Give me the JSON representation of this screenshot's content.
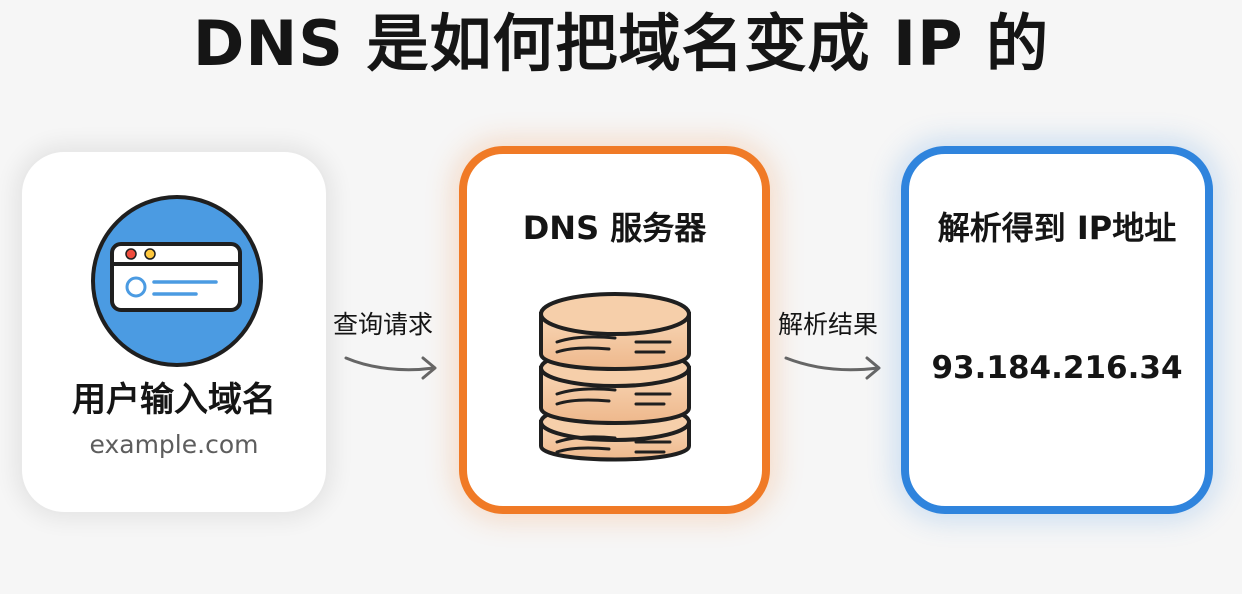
{
  "title": "DNS 是如何把域名变成 IP 的",
  "steps": {
    "user": {
      "label": "用户输入域名",
      "domain": "example.com"
    },
    "dns": {
      "label": "DNS 服务器"
    },
    "result": {
      "label": "解析得到 IP地址",
      "ip": "93.184.216.34"
    }
  },
  "arrows": {
    "query": "查询请求",
    "result": "解析结果"
  },
  "colors": {
    "dns_accent": "#f07a26",
    "ip_accent": "#2f84dd",
    "browser_circle": "#4b9be2",
    "server_fill": "#f3c8a2"
  },
  "icons": {
    "user": "browser-window-icon",
    "dns": "database-server-icon"
  }
}
